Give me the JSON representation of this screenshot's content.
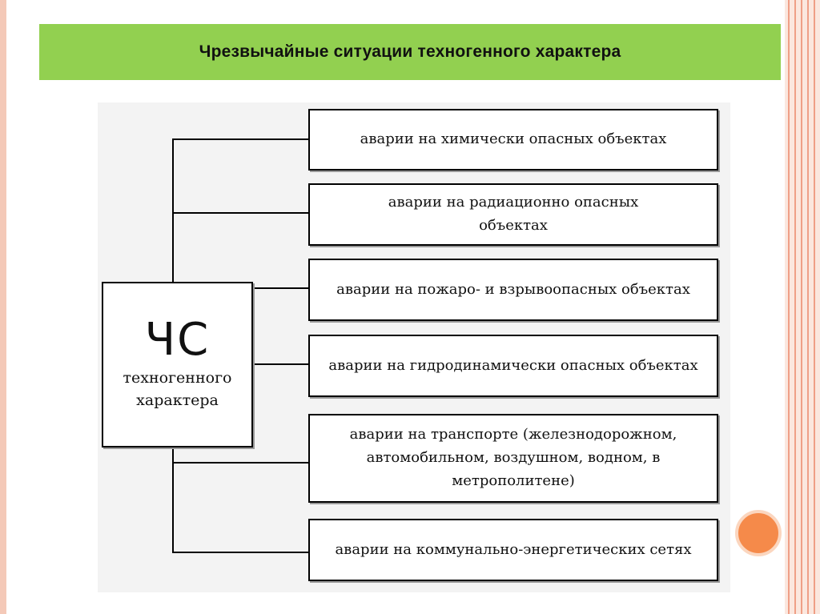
{
  "title": "Чрезвычайные ситуации техногенного характера",
  "main": {
    "abbr": "ЧС",
    "subtitle": "техногенного характера"
  },
  "items": [
    "аварии на химически опасных объектах",
    "аварии на радиационно опасных объектах",
    "аварии на пожаро- и взрывоопасных объектах",
    "аварии на гидродинамически опасных объектах",
    "аварии на транспорте (железнодорожном, автомобильном, воздушном, водном, в метрополитене)",
    "аварии на коммунально-энергетических сетях"
  ],
  "colors": {
    "title_bar": "#92d050",
    "accent_circle": "#f58a4a",
    "frame": "#f4c9b8"
  }
}
